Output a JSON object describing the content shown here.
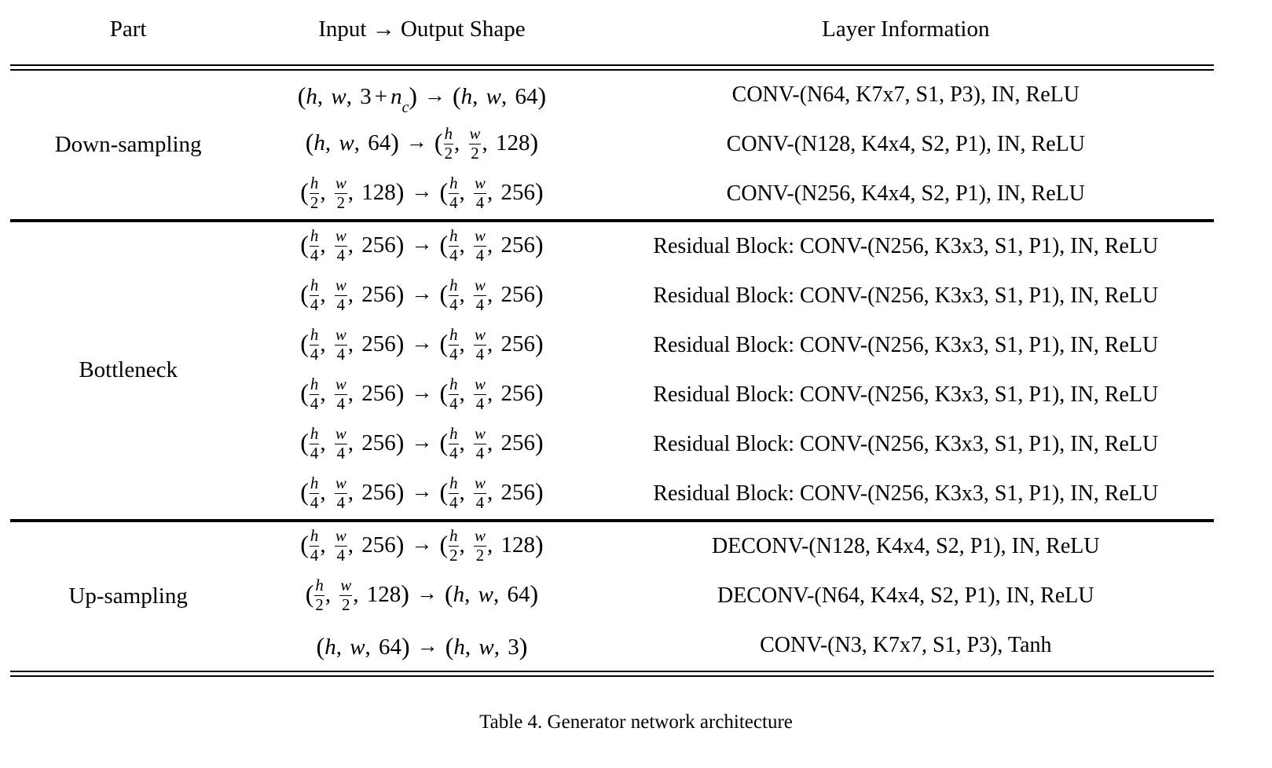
{
  "table": {
    "headers": {
      "part": "Part",
      "shape": "Input → Output Shape",
      "info": "Layer Information"
    },
    "sections": [
      {
        "part": "Down-sampling",
        "rows": [
          {
            "shape_text": "(h, w, 3 + n_c) → (h, w, 64)",
            "info": "CONV-(N64, K7x7, S1, P3), IN, ReLU"
          },
          {
            "shape_text": "(h, w, 64) → (h/2, w/2, 128)",
            "info": "CONV-(N128, K4x4, S2, P1), IN, ReLU"
          },
          {
            "shape_text": "(h/2, w/2, 128) → (h/4, w/4, 256)",
            "info": "CONV-(N256, K4x4, S2, P1), IN, ReLU"
          }
        ]
      },
      {
        "part": "Bottleneck",
        "rows": [
          {
            "shape_text": "(h/4, w/4, 256) → (h/4, w/4, 256)",
            "info": "Residual Block: CONV-(N256, K3x3, S1, P1), IN, ReLU"
          },
          {
            "shape_text": "(h/4, w/4, 256) → (h/4, w/4, 256)",
            "info": "Residual Block: CONV-(N256, K3x3, S1, P1), IN, ReLU"
          },
          {
            "shape_text": "(h/4, w/4, 256) → (h/4, w/4, 256)",
            "info": "Residual Block: CONV-(N256, K3x3, S1, P1), IN, ReLU"
          },
          {
            "shape_text": "(h/4, w/4, 256) → (h/4, w/4, 256)",
            "info": "Residual Block: CONV-(N256, K3x3, S1, P1), IN, ReLU"
          },
          {
            "shape_text": "(h/4, w/4, 256) → (h/4, w/4, 256)",
            "info": "Residual Block: CONV-(N256, K3x3, S1, P1), IN, ReLU"
          },
          {
            "shape_text": "(h/4, w/4, 256) → (h/4, w/4, 256)",
            "info": "Residual Block: CONV-(N256, K3x3, S1, P1), IN, ReLU"
          }
        ]
      },
      {
        "part": "Up-sampling",
        "rows": [
          {
            "shape_text": "(h/4, w/4, 256) → (h/2, w/2, 128)",
            "info": "DECONV-(N128, K4x4, S2, P1), IN, ReLU"
          },
          {
            "shape_text": "(h/2, w/2, 128) → (h, w, 64)",
            "info": "DECONV-(N64, K4x4, S2, P1), IN, ReLU"
          },
          {
            "shape_text": "(h, w, 64) → (h, w, 3)",
            "info": "CONV-(N3, K7x7, S1, P3), Tanh"
          }
        ]
      }
    ]
  },
  "caption": "Table 4. Generator network architecture"
}
